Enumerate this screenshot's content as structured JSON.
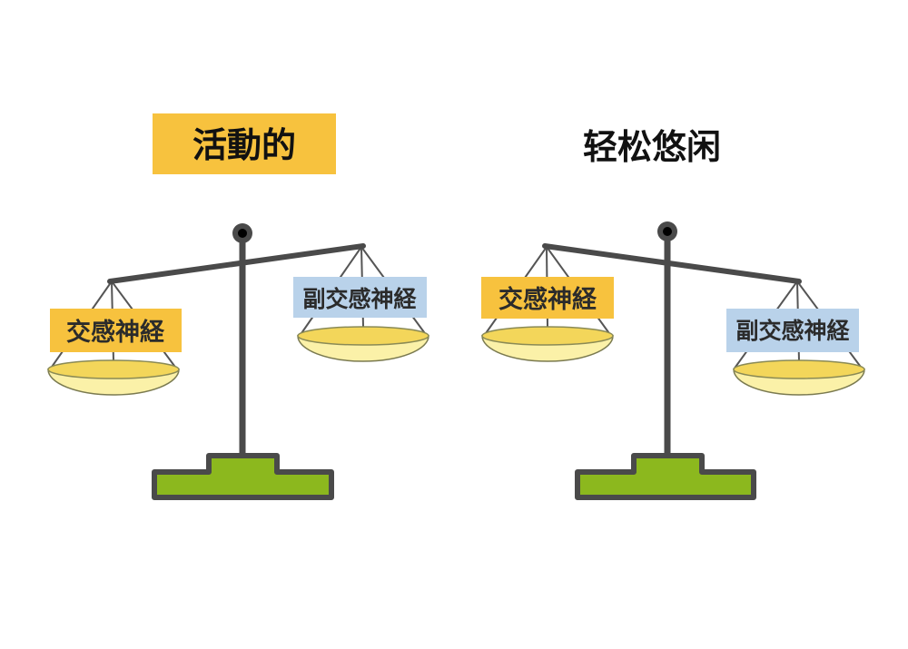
{
  "left_panel": {
    "title": "活動的",
    "left_pan_label": "交感神経",
    "right_pan_label": "副交感神経"
  },
  "right_panel": {
    "title": "轻松悠闲",
    "left_pan_label": "交感神経",
    "right_pan_label": "副交感神経"
  },
  "colors": {
    "sympathetic": "#f7c23e",
    "parasympathetic": "#b9d2ea",
    "base": "#8cb81e",
    "frame": "#4a4a4a",
    "pan": "#f6e79a"
  }
}
